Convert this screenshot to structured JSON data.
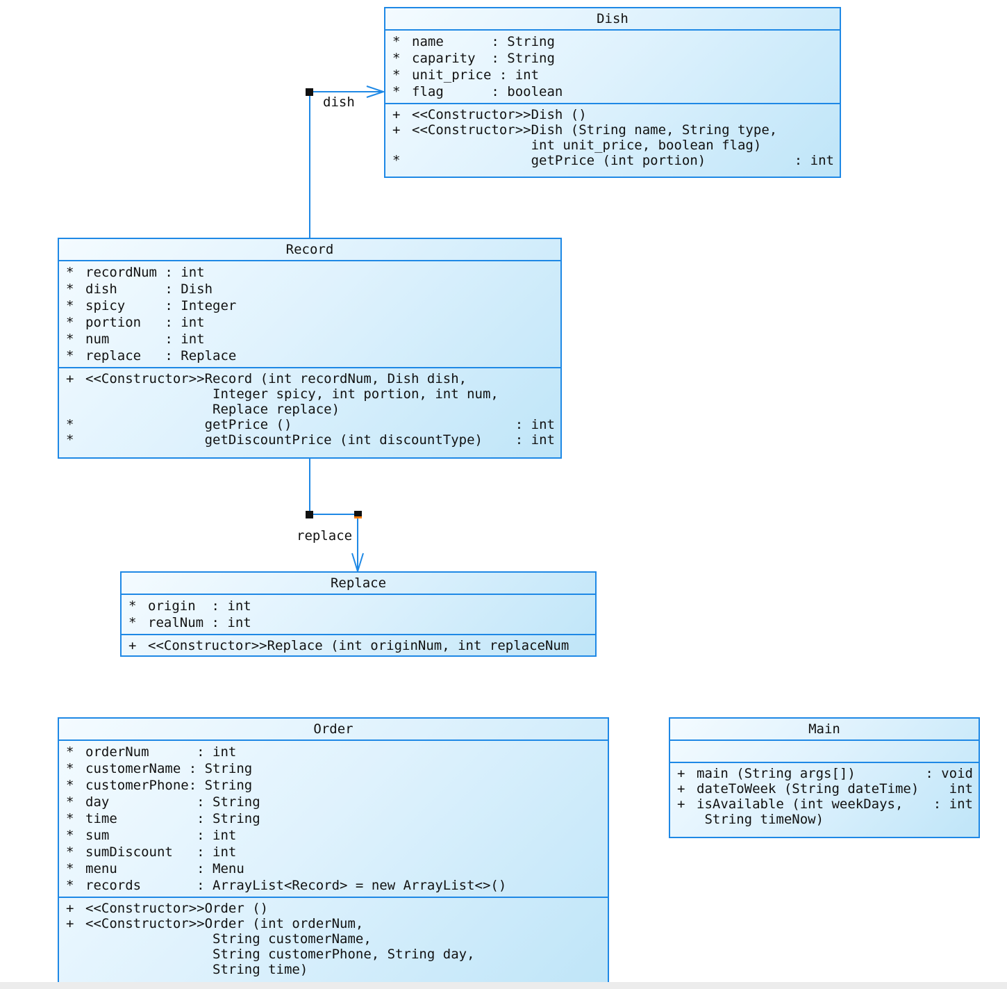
{
  "classes": {
    "dish": {
      "name": "Dish",
      "attrs": [
        {
          "vis": "*",
          "name": "name      ",
          "type": ": String"
        },
        {
          "vis": "*",
          "name": "caparity  ",
          "type": ": String"
        },
        {
          "vis": "*",
          "name": "unit_price",
          "type": " : int"
        },
        {
          "vis": "*",
          "name": "flag      ",
          "type": ": boolean"
        }
      ],
      "ops": [
        {
          "vis": "+",
          "sig": "<<Constructor>>Dish ()",
          "ret": ""
        },
        {
          "vis": "+",
          "sig": "<<Constructor>>Dish (String name, String type,\n               int unit_price, boolean flag)",
          "ret": ""
        },
        {
          "vis": "*",
          "sig": "               getPrice (int portion)",
          "ret": ": int"
        }
      ]
    },
    "record": {
      "name": "Record",
      "attrs": [
        {
          "vis": "*",
          "name": "recordNum",
          "type": " : int"
        },
        {
          "vis": "*",
          "name": "dish     ",
          "type": " : Dish"
        },
        {
          "vis": "*",
          "name": "spicy    ",
          "type": " : Integer"
        },
        {
          "vis": "*",
          "name": "portion  ",
          "type": " : int"
        },
        {
          "vis": "*",
          "name": "num      ",
          "type": " : int"
        },
        {
          "vis": "*",
          "name": "replace  ",
          "type": " : Replace"
        }
      ],
      "ops": [
        {
          "vis": "+",
          "sig": "<<Constructor>>Record (int recordNum, Dish dish,\n                Integer spicy, int portion, int num,\n                Replace replace)",
          "ret": ""
        },
        {
          "vis": "*",
          "sig": "               getPrice ()",
          "ret": ": int"
        },
        {
          "vis": "*",
          "sig": "               getDiscountPrice (int discountType)",
          "ret": ": int"
        }
      ]
    },
    "replace": {
      "name": "Replace",
      "attrs": [
        {
          "vis": "*",
          "name": "origin ",
          "type": " : int"
        },
        {
          "vis": "*",
          "name": "realNum",
          "type": " : int"
        }
      ],
      "ops": [
        {
          "vis": "+",
          "sig": "<<Constructor>>Replace (int originNum, int replaceNum",
          "ret": ""
        }
      ]
    },
    "order": {
      "name": "Order",
      "attrs": [
        {
          "vis": "*",
          "name": "orderNum     ",
          "type": " : int"
        },
        {
          "vis": "*",
          "name": "customerName ",
          "type": ": String"
        },
        {
          "vis": "*",
          "name": "customerPhone",
          "type": ": String"
        },
        {
          "vis": "*",
          "name": "day          ",
          "type": " : String"
        },
        {
          "vis": "*",
          "name": "time         ",
          "type": " : String"
        },
        {
          "vis": "*",
          "name": "sum          ",
          "type": " : int"
        },
        {
          "vis": "*",
          "name": "sumDiscount  ",
          "type": " : int"
        },
        {
          "vis": "*",
          "name": "menu         ",
          "type": " : Menu"
        },
        {
          "vis": "*",
          "name": "records      ",
          "type": " : ArrayList<Record> = new ArrayList<>()"
        }
      ],
      "ops": [
        {
          "vis": "+",
          "sig": "<<Constructor>>Order ()",
          "ret": ""
        },
        {
          "vis": "+",
          "sig": "<<Constructor>>Order (int orderNum,\n                String customerName,\n                String customerPhone, String day,\n                String time)",
          "ret": ""
        }
      ]
    },
    "main": {
      "name": "Main",
      "attrs": [],
      "ops": [
        {
          "vis": "+",
          "sig": "main (String args[])",
          "ret": ": void"
        },
        {
          "vis": "+",
          "sig": "dateToWeek (String dateTime)",
          "ret": "int"
        },
        {
          "vis": "+",
          "sig": "isAvailable (int weekDays,\n String timeNow)",
          "ret": ": int"
        }
      ]
    }
  },
  "associations": {
    "dish_label": "dish",
    "replace_label": "replace"
  },
  "colors": {
    "border": "#1e88e5",
    "line": "#1e88e5"
  }
}
